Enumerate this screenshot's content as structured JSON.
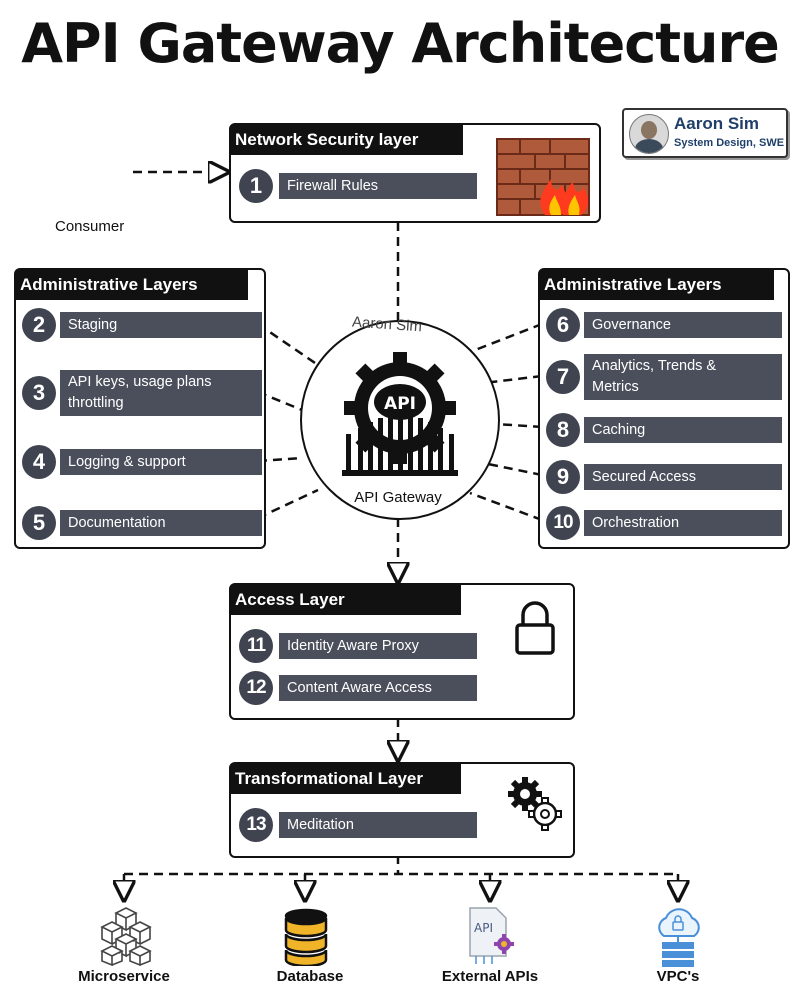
{
  "title": "API Gateway Architecture",
  "author": {
    "name": "Aaron Sim",
    "role": "System Design, SWE"
  },
  "consumer_label": "Consumer",
  "network_layer": {
    "title": "Network Security layer",
    "items": [
      {
        "num": "1",
        "label": "Firewall Rules"
      }
    ]
  },
  "admin_left": {
    "title": "Administrative Layers",
    "items": [
      {
        "num": "2",
        "label": "Staging"
      },
      {
        "num": "3",
        "label": "API keys, usage plans throttling"
      },
      {
        "num": "4",
        "label": "Logging & support"
      },
      {
        "num": "5",
        "label": "Documentation"
      }
    ]
  },
  "admin_right": {
    "title": "Administrative Layers",
    "items": [
      {
        "num": "6",
        "label": "Governance"
      },
      {
        "num": "7",
        "label": "Analytics, Trends & Metrics"
      },
      {
        "num": "8",
        "label": "Caching"
      },
      {
        "num": "9",
        "label": "Secured Access"
      },
      {
        "num": "10",
        "label": "Orchestration"
      }
    ]
  },
  "gateway": {
    "label": "API Gateway",
    "badge": "API",
    "watermark": "Aaron Sim"
  },
  "access_layer": {
    "title": "Access Layer",
    "items": [
      {
        "num": "11",
        "label": "Identity Aware Proxy"
      },
      {
        "num": "12",
        "label": "Content Aware Access"
      }
    ]
  },
  "transform_layer": {
    "title": "Transformational Layer",
    "items": [
      {
        "num": "13",
        "label": "Meditation"
      }
    ]
  },
  "destinations": [
    {
      "label": "Microservice",
      "icon": "cubes-icon"
    },
    {
      "label": "Database",
      "icon": "database-icon"
    },
    {
      "label": "External APIs",
      "icon": "api-file-icon",
      "badge": "API"
    },
    {
      "label": "VPC's",
      "icon": "cloud-server-icon"
    }
  ],
  "colors": {
    "bar": "#4a4f5b",
    "badge": "#3f4450",
    "header": "#111111",
    "db_gold": "#f0b429",
    "cloud_blue": "#4a90d9"
  }
}
